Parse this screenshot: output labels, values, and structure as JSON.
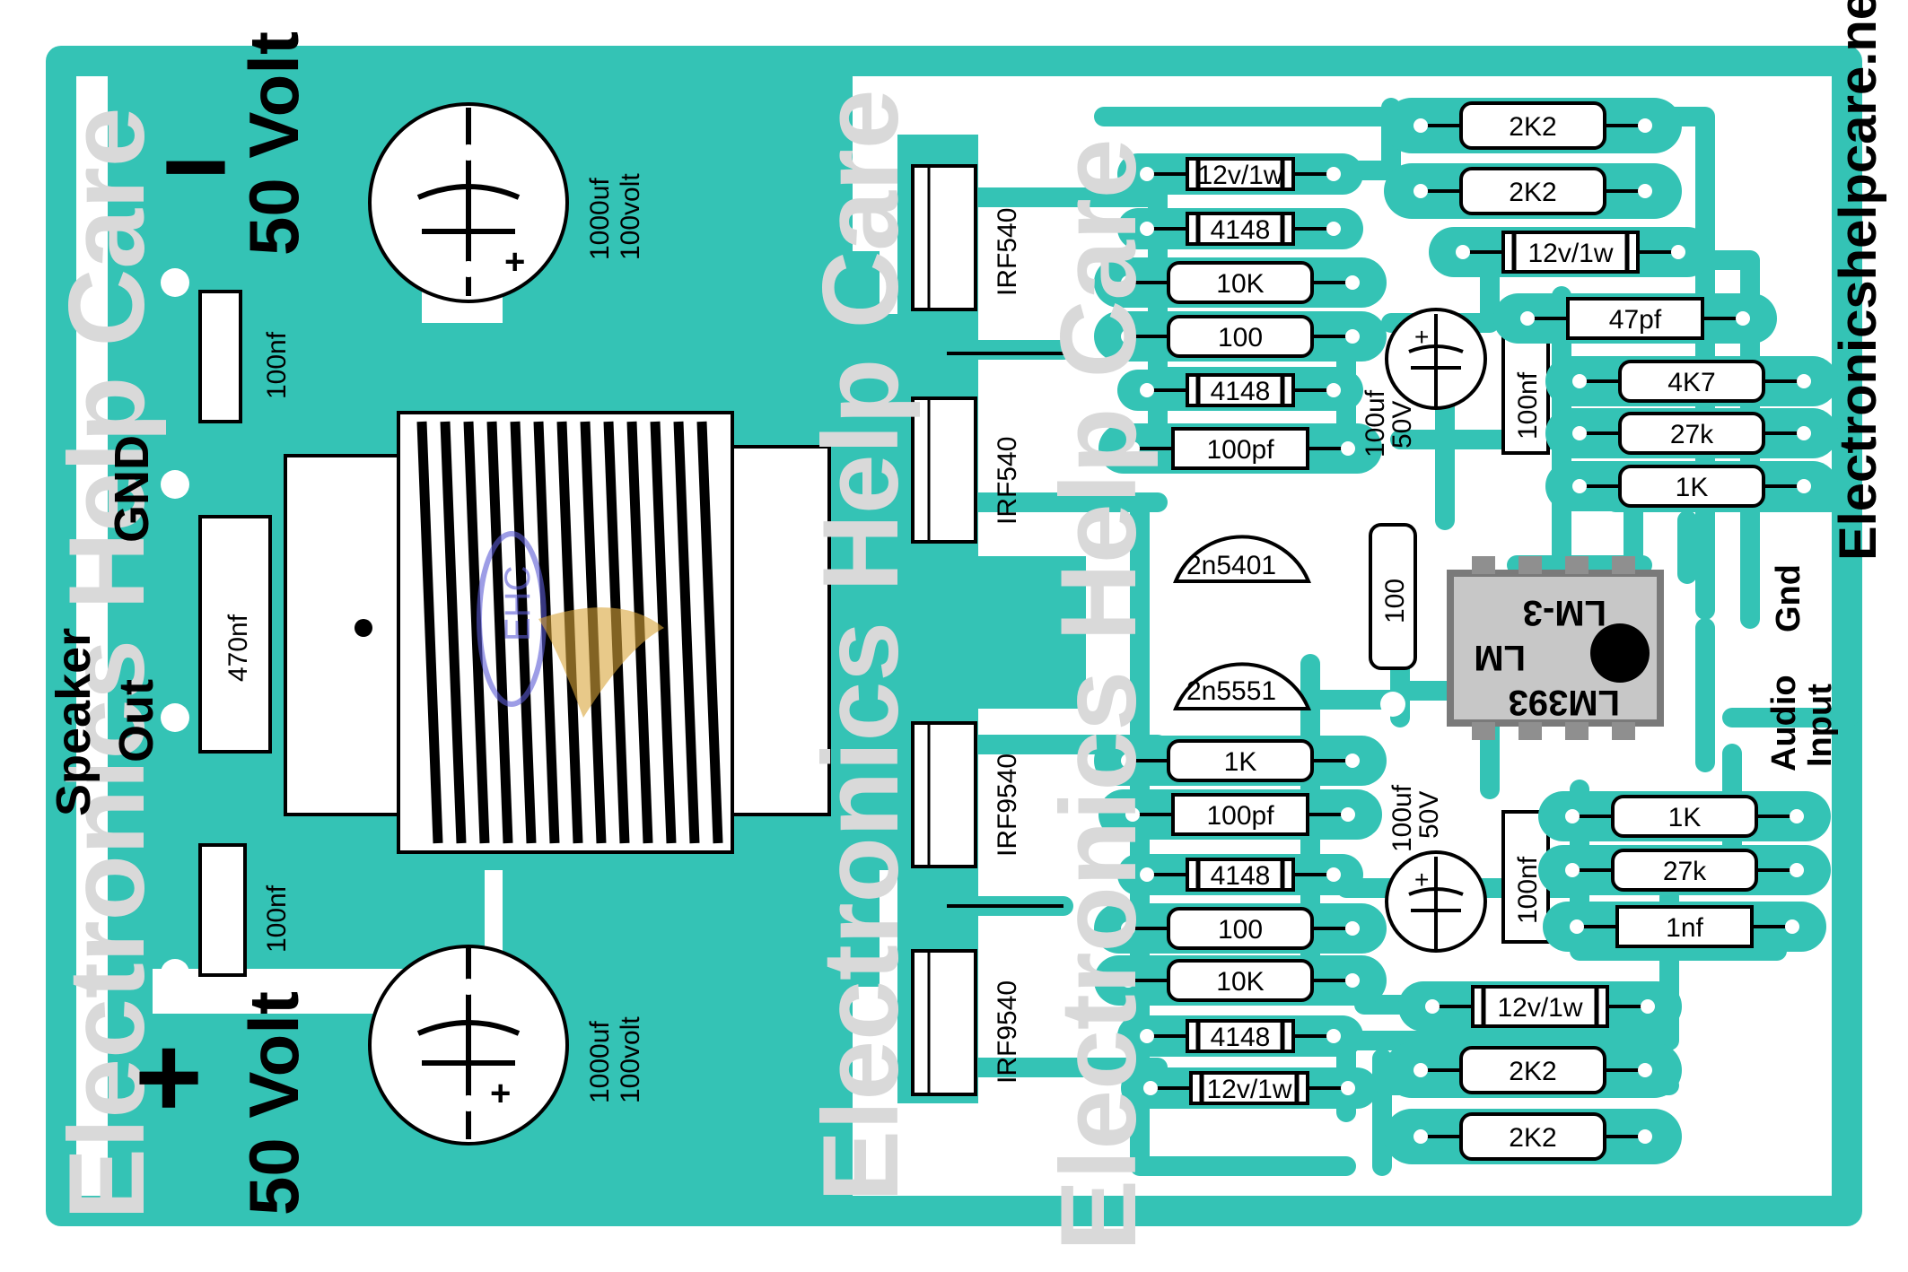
{
  "colors": {
    "copper": "#34c3b5",
    "background": "#ffffff",
    "ink": "#000000",
    "watermark": "#d9d9d9"
  },
  "labels": {
    "minus_sign": "−",
    "plus_sign": "+",
    "minus_50_volt": "50 Volt",
    "plus_50_volt": "50 Volt",
    "gnd": "GND",
    "speaker": "Speaker",
    "out": "Out",
    "site": "Electronicshelpcare.net",
    "gnd_right": "Gnd",
    "audio": "Audio",
    "input": "Input",
    "watermark_a": "Electronics Help Care",
    "watermark_b": "Electronics Help Care",
    "watermark_c": "Electronics Help Care",
    "watermark_logo": "EHC"
  },
  "caps": {
    "c1_value": "1000uf",
    "c1_volt": "100volt",
    "c2_value": "1000uf",
    "c2_volt": "100volt",
    "c3_value": "100uf",
    "c3_volt": "50V",
    "c4_value": "100uf",
    "c4_volt": "50V",
    "nf100_top": "100nf",
    "nf100_bot": "100nf",
    "nf470": "470nf",
    "nf100_mid_top": "100nf",
    "nf100_mid_bot": "100nf"
  },
  "mosfets": {
    "q1": "IRF540",
    "q2": "IRF540",
    "q3": "IRF9540",
    "q4": "IRF9540"
  },
  "transistors": {
    "t1": "2n5401",
    "t2": "2n5551"
  },
  "ic": {
    "line1": "LM-3",
    "line2": "LM",
    "line3": "LM393"
  },
  "parts": {
    "z1": "12v/1w",
    "d1": "4148",
    "r10k_1": "10K",
    "r100_1": "100",
    "d2": "4148",
    "pf1": "100pf",
    "r100_v": "100",
    "r1k_a": "1K",
    "pf2": "100pf",
    "d3": "4148",
    "r100_2": "100",
    "r10k_2": "10K",
    "d4": "4148",
    "z2": "12v/1w",
    "r2k2_1": "2K2",
    "r2k2_2": "2K2",
    "z3": "12v/1w",
    "pf47": "47pf",
    "r4k7": "4K7",
    "r27k_1": "27k",
    "r1k_b": "1K",
    "r1k_c": "1K",
    "r27k_2": "27k",
    "nf1": "1nf",
    "z4": "12v/1w",
    "r2k2_3": "2K2",
    "r2k2_4": "2K2"
  }
}
